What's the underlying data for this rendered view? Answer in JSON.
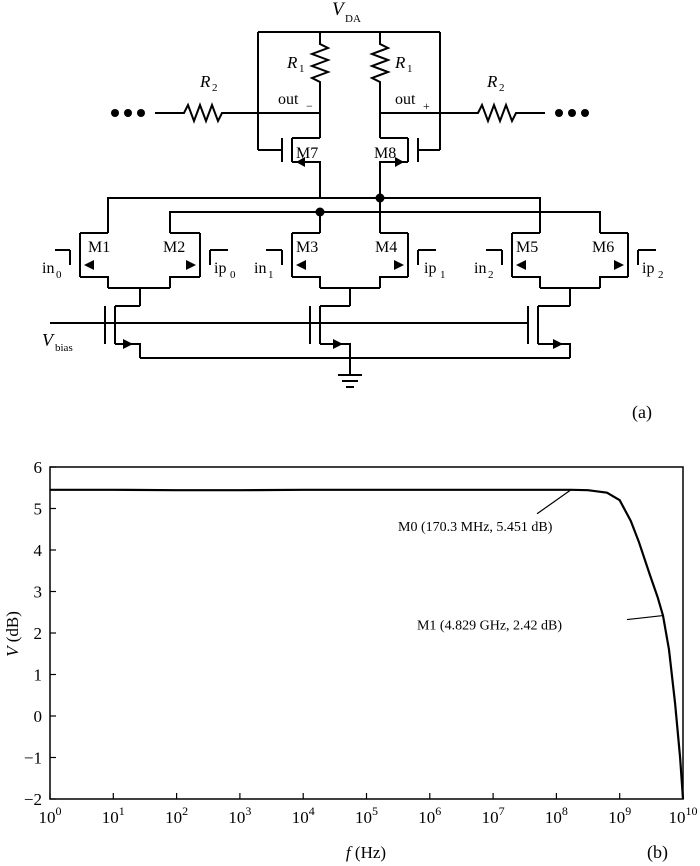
{
  "circuit": {
    "supply": {
      "main": "V",
      "sub": "DA"
    },
    "resistors": {
      "r1_left": {
        "main": "R",
        "sub": "1"
      },
      "r1_right": {
        "main": "R",
        "sub": "1"
      },
      "r2_left": {
        "main": "R",
        "sub": "2"
      },
      "r2_right": {
        "main": "R",
        "sub": "2"
      }
    },
    "outputs": {
      "out_minus": {
        "main": "out",
        "sub": "−"
      },
      "out_plus": {
        "main": "out",
        "sub": "+"
      }
    },
    "transistors": {
      "m1": "M1",
      "m2": "M2",
      "m3": "M3",
      "m4": "M4",
      "m5": "M5",
      "m6": "M6",
      "m7": "M7",
      "m8": "M8"
    },
    "inputs": {
      "in0": {
        "main": "in",
        "sub": "0"
      },
      "ip0": {
        "main": "ip",
        "sub": "0"
      },
      "in1": {
        "main": "in",
        "sub": "1"
      },
      "ip1": {
        "main": "ip",
        "sub": "1"
      },
      "in2": {
        "main": "in",
        "sub": "2"
      },
      "ip2": {
        "main": "ip",
        "sub": "2"
      }
    },
    "bias": {
      "main": "V",
      "sub": "bias"
    },
    "caption": "(a)"
  },
  "plot_caption": "(b)",
  "chart_data": {
    "type": "line",
    "xscale": "log",
    "xlim": [
      1,
      10000000000
    ],
    "ylim": [
      -2,
      6
    ],
    "xlabel": {
      "var": "f",
      "unit": " (Hz)"
    },
    "ylabel": {
      "var": "V",
      "unit": " (dB)"
    },
    "x_ticks": [
      "10^0",
      "10^1",
      "10^2",
      "10^3",
      "10^4",
      "10^5",
      "10^6",
      "10^7",
      "10^8",
      "10^9",
      "10^10"
    ],
    "y_ticks": [
      "6",
      "5",
      "4",
      "3",
      "2",
      "1",
      "0",
      "−1",
      "−2"
    ],
    "series": [
      {
        "x": [
          1,
          10,
          100,
          1000,
          10000,
          100000,
          1000000,
          10000000,
          100000000,
          170300000,
          316000000,
          630000000,
          1000000000,
          1500000000,
          2000000000,
          3000000000,
          4000000000,
          4829000000,
          6000000000,
          7500000000,
          9000000000,
          10000000000
        ],
        "y": [
          5.45,
          5.45,
          5.44,
          5.44,
          5.45,
          5.45,
          5.45,
          5.45,
          5.45,
          5.451,
          5.44,
          5.38,
          5.2,
          4.7,
          4.2,
          3.4,
          2.85,
          2.42,
          1.6,
          0.3,
          -1.0,
          -2.0
        ]
      }
    ],
    "markers": [
      {
        "label": "M0 (170.3 MHz, 5.451 dB)",
        "x": 170300000,
        "y": 5.451
      },
      {
        "label": "M1 (4.829 GHz, 2.42 dB)",
        "x": 4829000000,
        "y": 2.42
      }
    ]
  }
}
